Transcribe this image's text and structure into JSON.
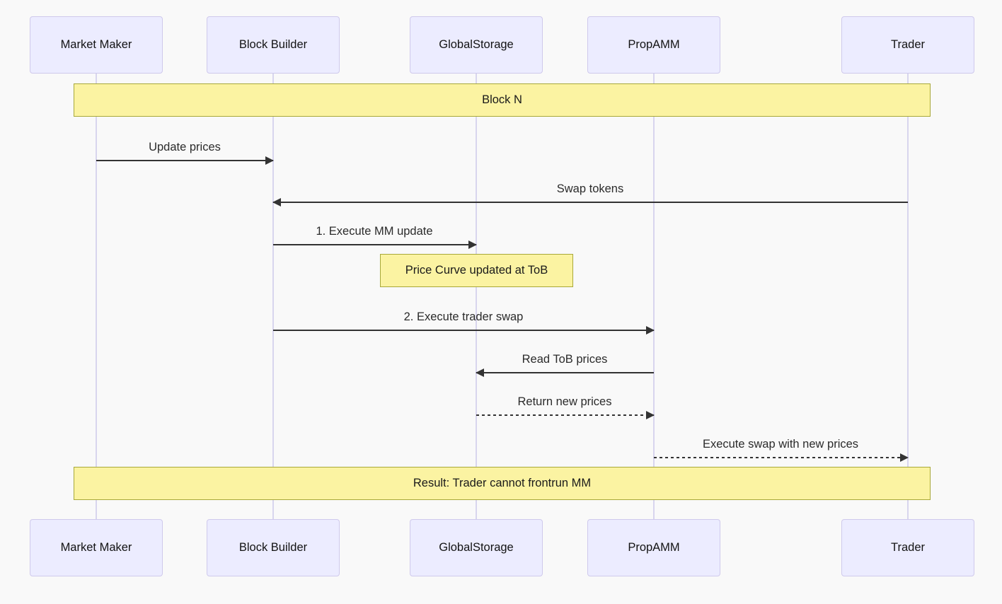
{
  "diagram": {
    "type": "sequence-diagram",
    "background_color": "#f9f9f9",
    "actors": [
      {
        "label": "Market Maker"
      },
      {
        "label": "Block Builder"
      },
      {
        "label": "GlobalStorage"
      },
      {
        "label": "PropAMM"
      },
      {
        "label": "Trader"
      }
    ],
    "notes": {
      "block": "Block N",
      "price_curve": "Price Curve updated at ToB",
      "result": "Result: Trader cannot frontrun MM"
    },
    "messages": [
      {
        "label": "Update prices",
        "from": "Market Maker",
        "to": "Block Builder",
        "line": "solid",
        "arrow": "right"
      },
      {
        "label": "Swap tokens",
        "from": "Trader",
        "to": "Block Builder",
        "line": "solid",
        "arrow": "left"
      },
      {
        "label": "1. Execute MM update",
        "from": "Block Builder",
        "to": "GlobalStorage",
        "line": "solid",
        "arrow": "right"
      },
      {
        "label": "2. Execute trader swap",
        "from": "Block Builder",
        "to": "PropAMM",
        "line": "solid",
        "arrow": "right"
      },
      {
        "label": "Read ToB prices",
        "from": "PropAMM",
        "to": "GlobalStorage",
        "line": "solid",
        "arrow": "left"
      },
      {
        "label": "Return new prices",
        "from": "GlobalStorage",
        "to": "PropAMM",
        "line": "dashed",
        "arrow": "right"
      },
      {
        "label": "Execute swap with new prices",
        "from": "PropAMM",
        "to": "Trader",
        "line": "dashed",
        "arrow": "right"
      }
    ],
    "colors": {
      "actor_fill": "#ececff",
      "actor_border": "#cfc9ec",
      "note_fill": "#fbf3a2",
      "note_border": "#a8a839",
      "lifeline": "#d8d5ee",
      "arrow": "#333333"
    }
  }
}
